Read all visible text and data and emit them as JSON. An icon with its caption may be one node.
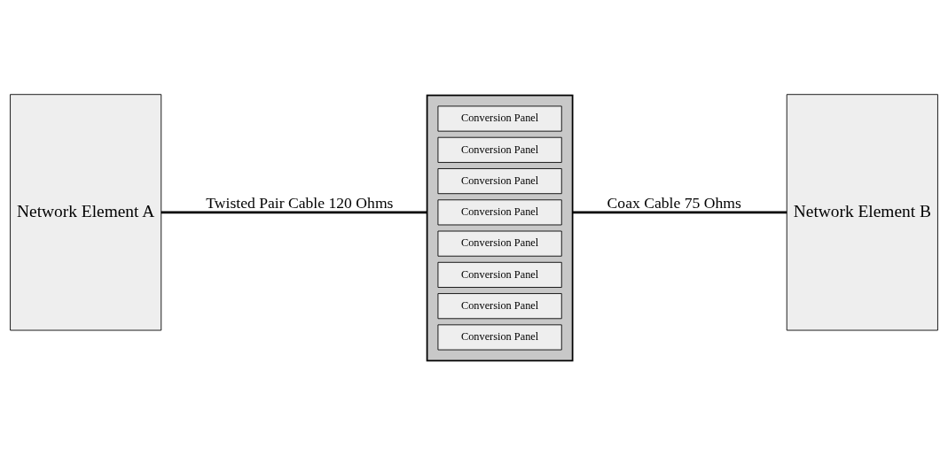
{
  "diagram": {
    "nodes": [
      {
        "text": [
          "Network Element A"
        ]
      },
      {
        "text": [],
        "shape": "box"
      },
      {
        "text": [
          "Conversion Panel"
        ],
        "in": 1
      },
      {
        "text": [
          "Conversion Panel"
        ],
        "in": 1
      },
      {
        "text": [
          "Conversion Panel"
        ],
        "in": 1
      },
      {
        "text": [
          "Conversion Panel"
        ],
        "in": 1
      },
      {
        "text": [
          "Conversion Panel"
        ],
        "in": 1
      },
      {
        "text": [
          "Conversion Panel"
        ],
        "in": 1
      },
      {
        "text": [
          "Conversion Panel"
        ],
        "in": 1
      },
      {
        "text": [
          "Conversion Panel"
        ],
        "in": 1
      },
      {
        "text": [
          "Network Element B"
        ]
      }
    ],
    "edges": [
      {
        "from": 0,
        "to": 1,
        "arrow": "none",
        "label": "Twisted Pair Cable 120 Ohms"
      },
      {
        "from": 1,
        "to": 10,
        "arrow": "none",
        "label": "Coax Cable 75 Ohms"
      }
    ]
  }
}
